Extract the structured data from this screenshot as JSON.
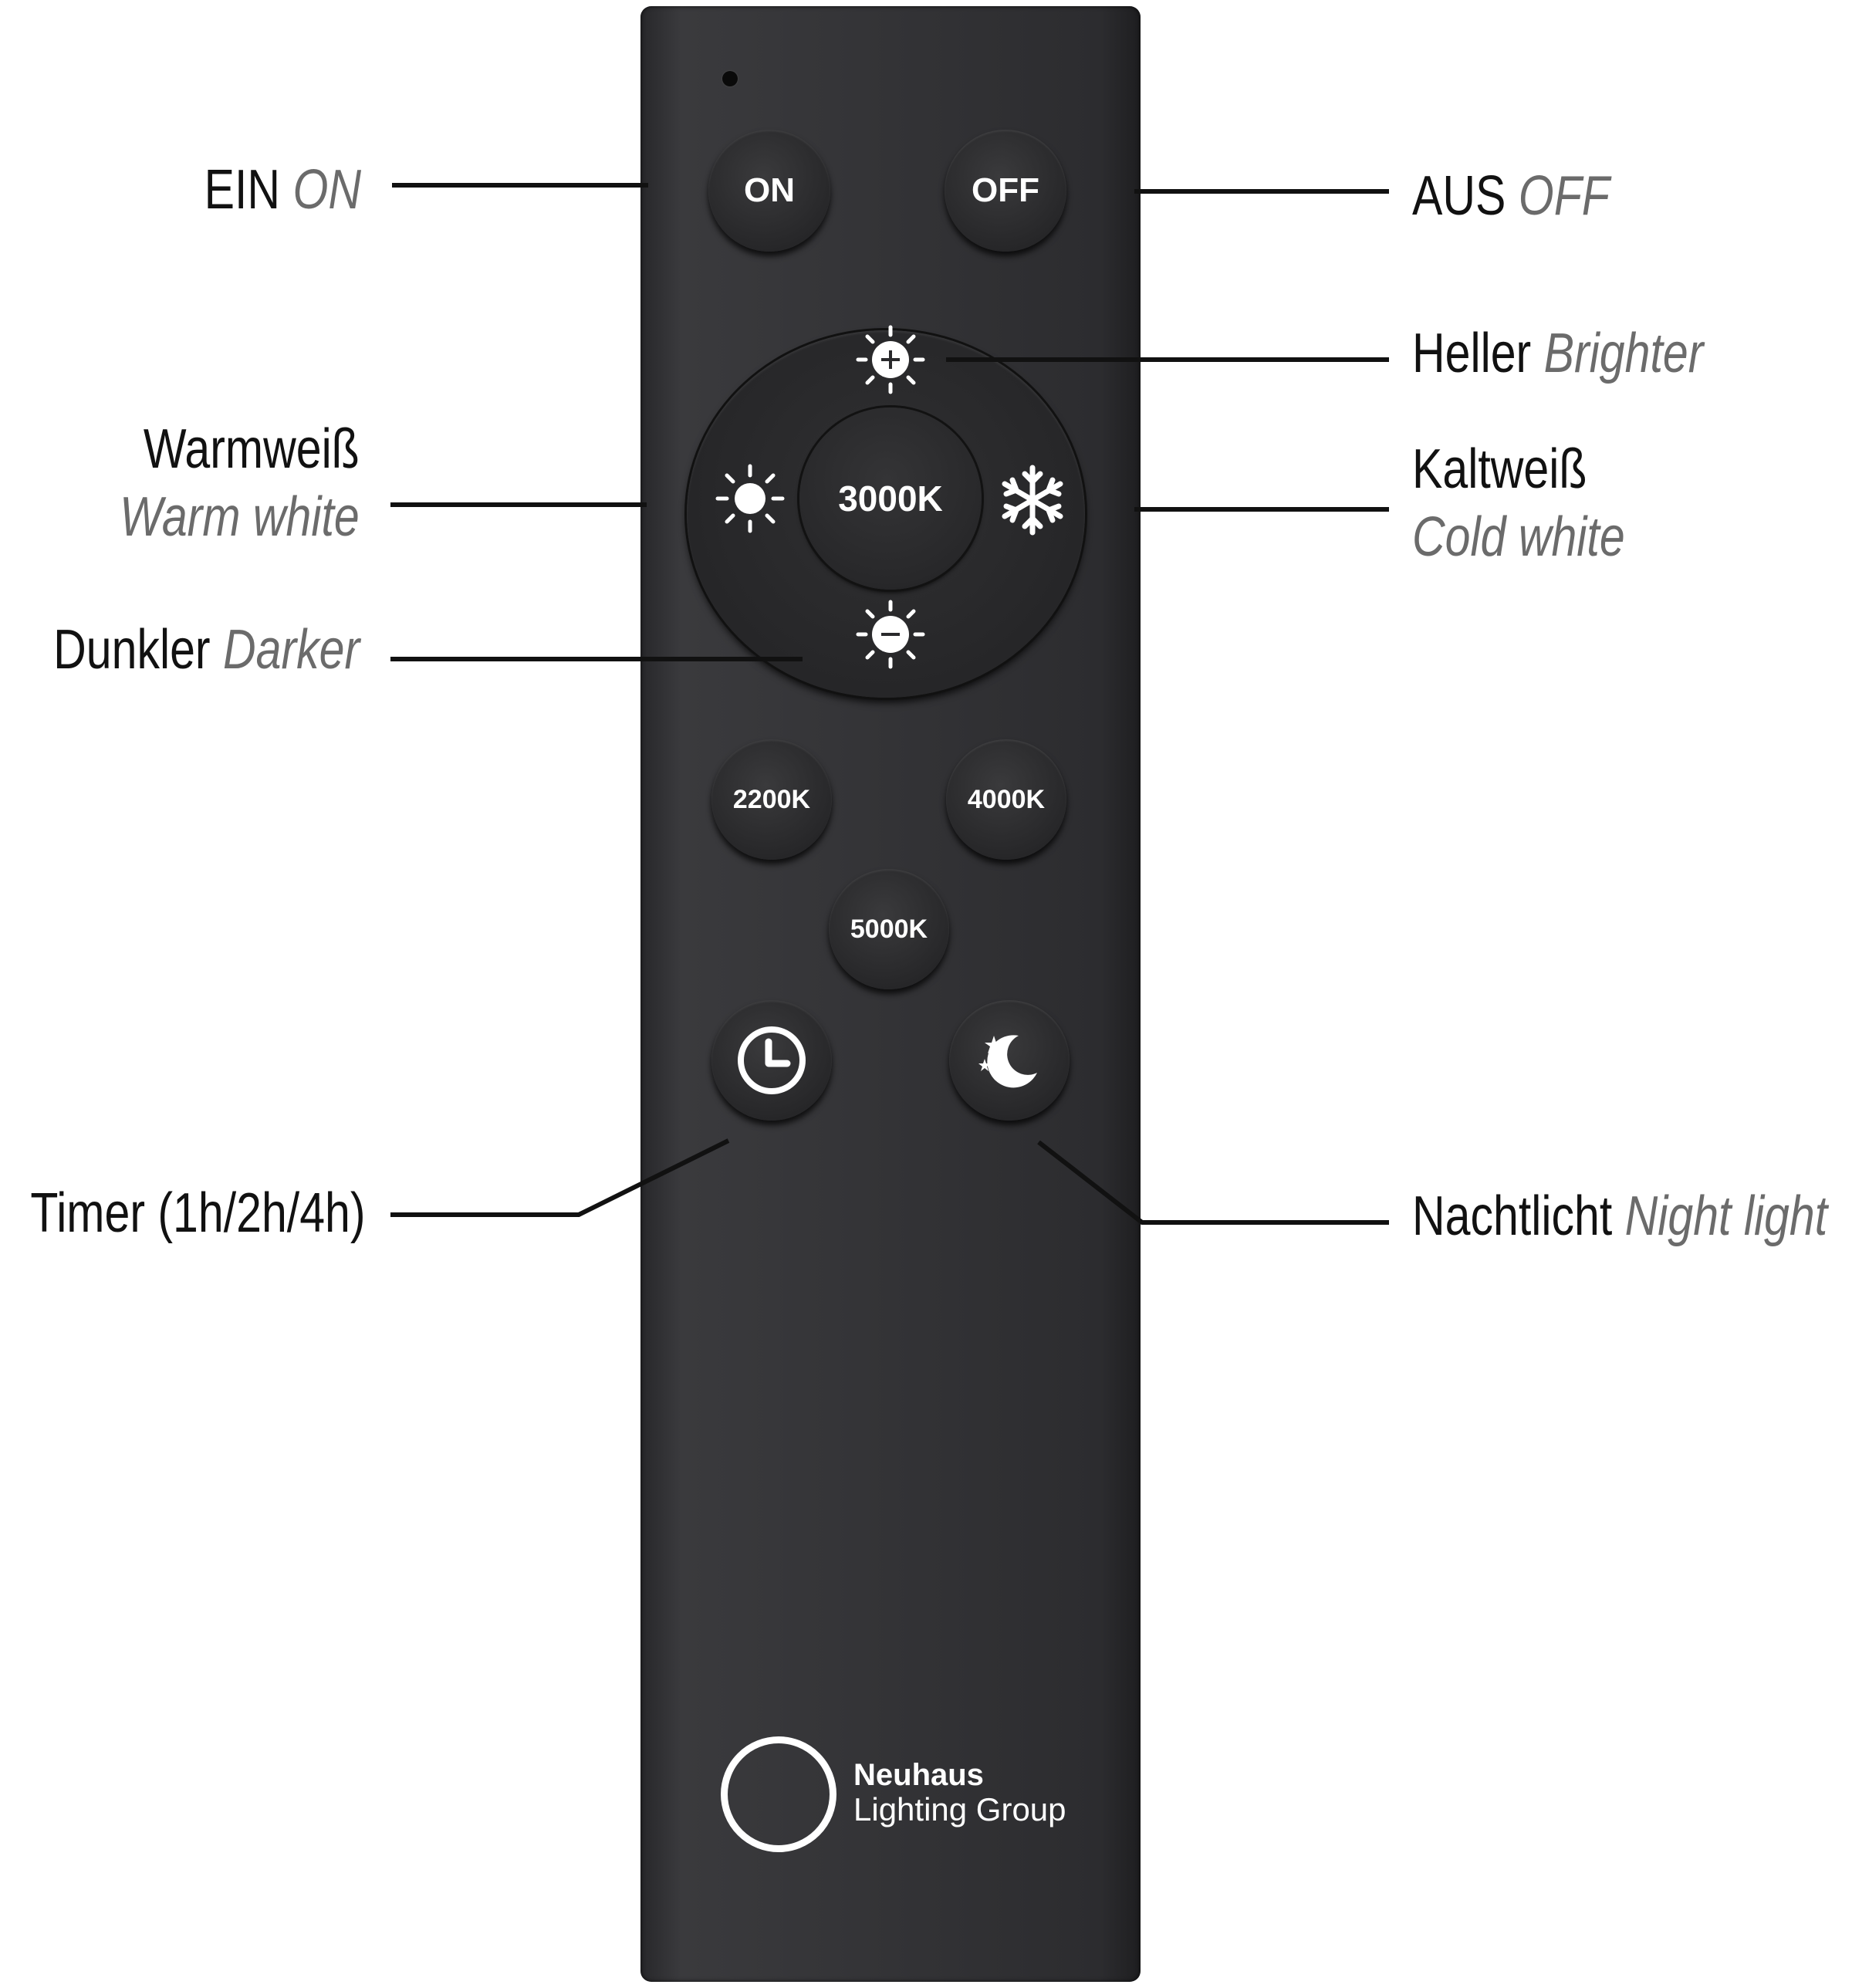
{
  "remote": {
    "buttons": {
      "on": "ON",
      "off": "OFF",
      "center": "3000K",
      "k2200": "2200K",
      "k4000": "4000K",
      "k5000": "5000K"
    },
    "icons": {
      "brighter": "sun-plus-icon",
      "darker": "sun-minus-icon",
      "warm": "sun-icon",
      "cold": "snowflake-icon",
      "timer": "clock-icon",
      "night": "moon-stars-icon"
    },
    "brand": {
      "name": "Neuhaus",
      "subtitle": "Lighting Group"
    }
  },
  "labels": {
    "on": {
      "de": "EIN",
      "en": "ON"
    },
    "off": {
      "de": "AUS",
      "en": "OFF"
    },
    "brighter": {
      "de": "Heller",
      "en": "Brighter"
    },
    "warm": {
      "de": "Warmweiß",
      "en": "Warm white"
    },
    "cold": {
      "de": "Kaltweiß",
      "en": "Cold white"
    },
    "darker": {
      "de": "Dunkler",
      "en": "Darker"
    },
    "timer": {
      "de": "Timer (1h/2h/4h)"
    },
    "night": {
      "de": "Nachtlicht",
      "en": "Night light"
    }
  },
  "colors": {
    "remote_body": "#333336",
    "label_text": "#111111",
    "label_translation": "#6b6b6b",
    "button_text": "#ffffff"
  }
}
